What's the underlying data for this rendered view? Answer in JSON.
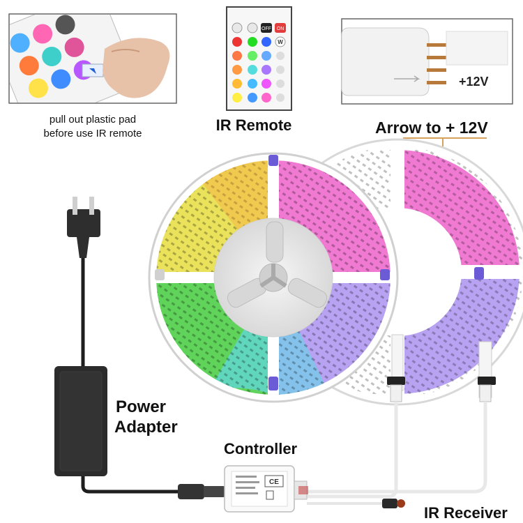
{
  "insets": {
    "pad_caption_line1": "pull out plastic pad",
    "pad_caption_line2": "before use IR remote",
    "remote_label": "IR Remote",
    "arrow_label": "Arrow to + 12V",
    "connector_voltage": "+12V"
  },
  "remote_keys": {
    "top_row": [
      "OFF",
      "ON"
    ],
    "white_key": "W"
  },
  "components": {
    "power_adapter_line1": "Power",
    "power_adapter_line2": "Adapter",
    "controller_label": "Controller",
    "ir_receiver_label": "IR Receiver"
  },
  "colors": {
    "guide_line": "#d9a05b",
    "guide_dot": "#e8a04a",
    "reel_white": "#ffffff",
    "adapter_black": "#2b2b2b",
    "strip_green": "#5fd35a",
    "strip_yellow": "#e9e25a",
    "strip_pink": "#f07ad2",
    "strip_violet": "#b8a2f2",
    "strip_cyan": "#61d7e6"
  }
}
